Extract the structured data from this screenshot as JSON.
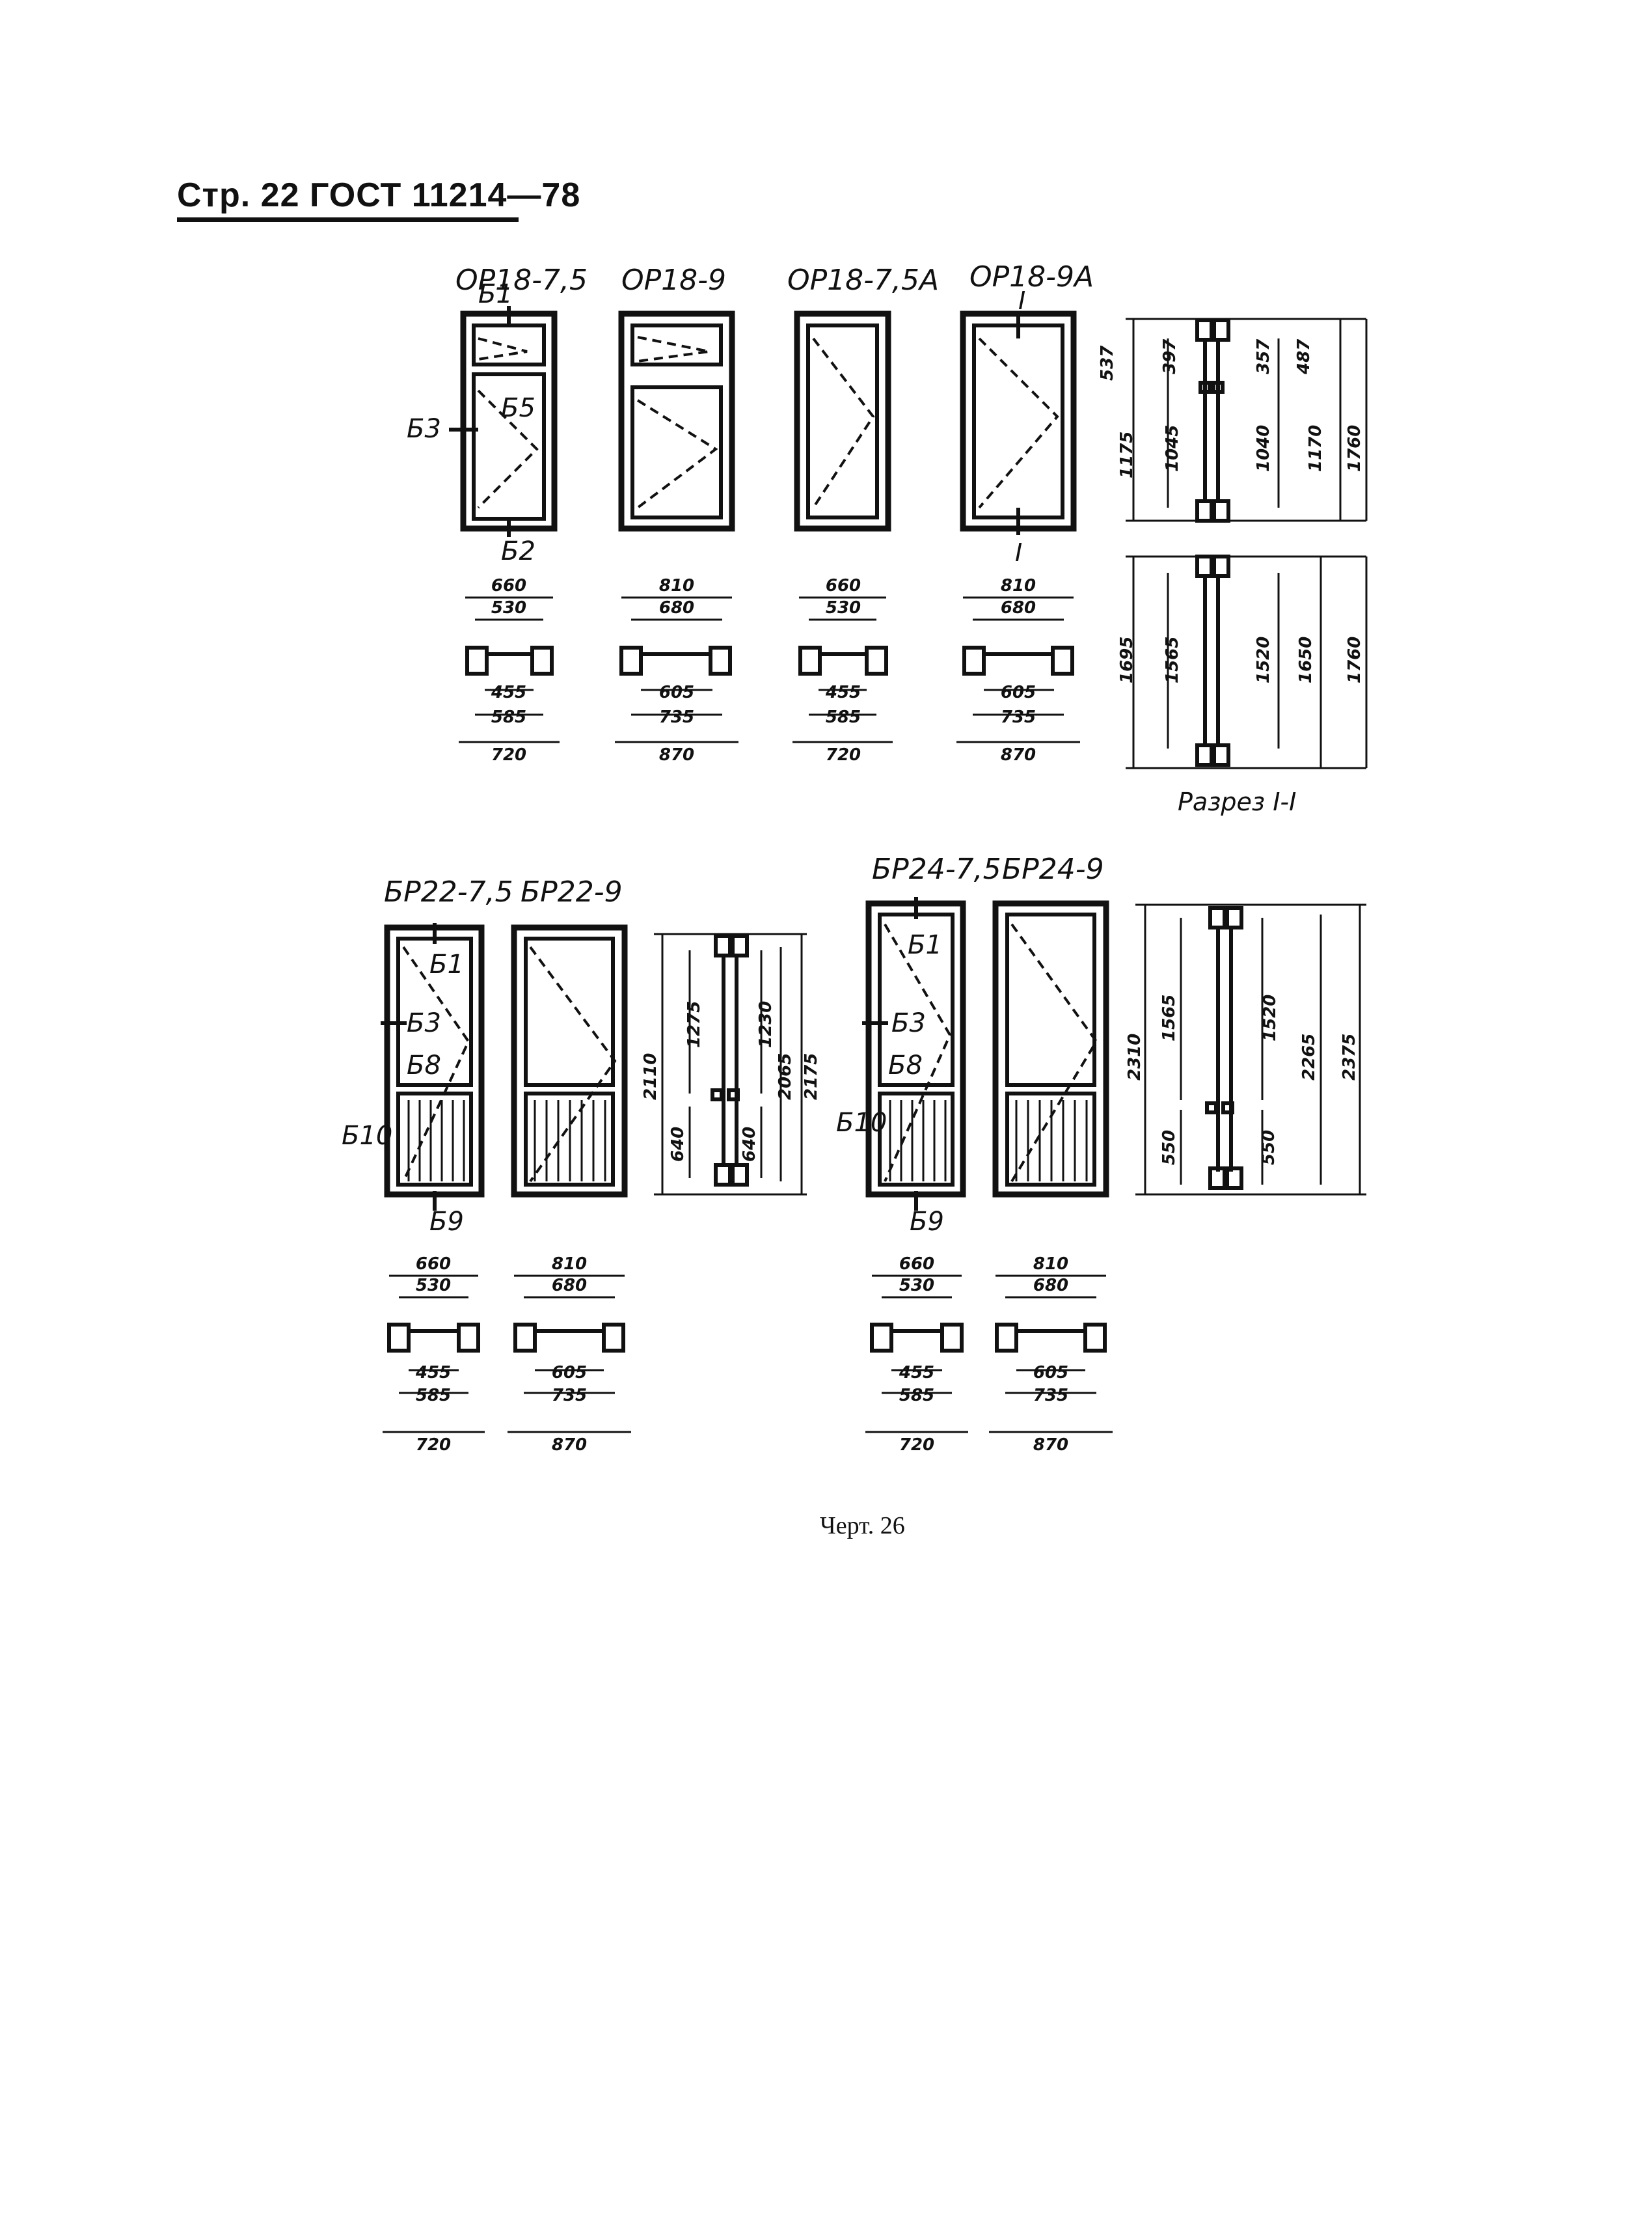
{
  "header": {
    "page": "Стр. 22",
    "standard": "ГОСТ 11214—78"
  },
  "caption": "Черт. 26",
  "section_label": "Разрез I-I",
  "section_mark": "I",
  "top_row": [
    {
      "name": "ОР18-7,5",
      "w_outer": "660",
      "w_inner": "530",
      "w_sect_inner": "455",
      "w_sect_mid": "585",
      "w_total": "720",
      "marks": [
        "Б1",
        "Б3",
        "Б5",
        "Б2"
      ]
    },
    {
      "name": "ОР18-9",
      "w_outer": "810",
      "w_inner": "680",
      "w_sect_inner": "605",
      "w_sect_mid": "735",
      "w_total": "870",
      "marks": []
    },
    {
      "name": "ОР18-7,5А",
      "w_outer": "660",
      "w_inner": "530",
      "w_sect_inner": "455",
      "w_sect_mid": "585",
      "w_total": "720",
      "marks": []
    },
    {
      "name": "ОР18-9А",
      "w_outer": "810",
      "w_inner": "680",
      "w_sect_inner": "605",
      "w_sect_mid": "735",
      "w_total": "870",
      "marks": []
    }
  ],
  "section_top": {
    "d1": "537",
    "d2": "397",
    "d3": "357",
    "d4": "487",
    "d5": "1175",
    "d6": "1045",
    "d7": "1040",
    "d8": "1170",
    "d9": "1760"
  },
  "section_top_b": {
    "d1": "1695",
    "d2": "1565",
    "d3": "1520",
    "d4": "1650",
    "d5": "1760"
  },
  "bottom_left": [
    {
      "name": "БР22-7,5",
      "w_outer": "660",
      "w_inner": "530",
      "w_sect_inner": "455",
      "w_sect_mid": "585",
      "w_total": "720",
      "marks": [
        "Б1",
        "Б3",
        "Б8",
        "Б10",
        "Б9"
      ]
    },
    {
      "name": "БР22-9",
      "w_outer": "810",
      "w_inner": "680",
      "w_sect_inner": "605",
      "w_sect_mid": "735",
      "w_total": "870",
      "marks": []
    }
  ],
  "section_br22": {
    "d1": "2110",
    "d2": "1275",
    "d3": "1230",
    "d4": "2065",
    "d5": "2175",
    "d6": "640",
    "d7": "640"
  },
  "bottom_right": [
    {
      "name": "БР24-7,5",
      "w_outer": "660",
      "w_inner": "530",
      "w_sect_inner": "455",
      "w_sect_mid": "585",
      "w_total": "720",
      "marks": [
        "Б1",
        "Б3",
        "Б8",
        "Б10",
        "Б9"
      ]
    },
    {
      "name": "БР24-9",
      "w_outer": "810",
      "w_inner": "680",
      "w_sect_inner": "605",
      "w_sect_mid": "735",
      "w_total": "870",
      "marks": []
    }
  ],
  "section_br24": {
    "d1": "2310",
    "d2": "1565",
    "d3": "1520",
    "d4": "2265",
    "d5": "2375",
    "d6": "550",
    "d7": "550"
  }
}
